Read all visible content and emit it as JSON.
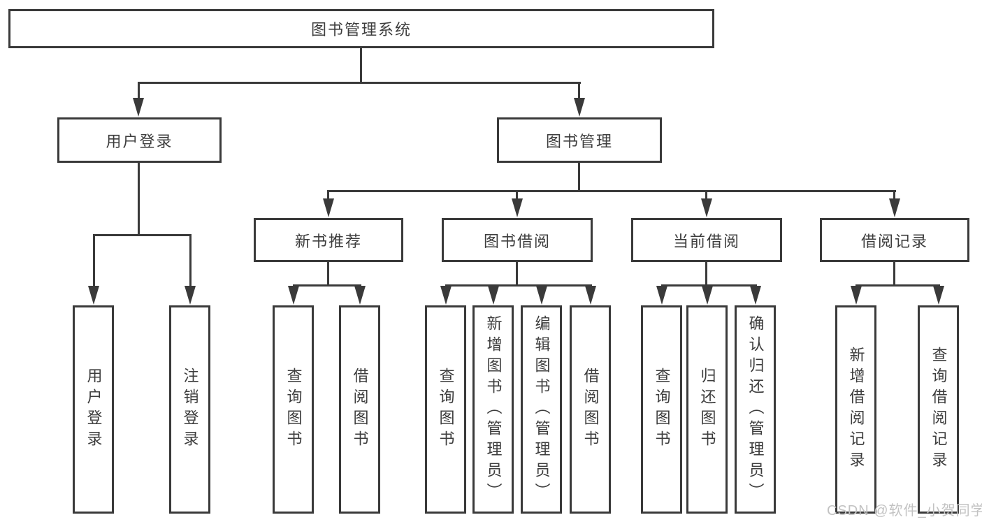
{
  "tree": {
    "root": "图书管理系统",
    "children": [
      {
        "label": "用户登录",
        "children": [
          {
            "label": "用户登录"
          },
          {
            "label": "注销登录"
          }
        ]
      },
      {
        "label": "图书管理",
        "children": [
          {
            "label": "新书推荐",
            "children": [
              {
                "label": "查询图书"
              },
              {
                "label": "借阅图书"
              }
            ]
          },
          {
            "label": "图书借阅",
            "children": [
              {
                "label": "查询图书"
              },
              {
                "label": "新增图书（管理员）"
              },
              {
                "label": "编辑图书（管理员）"
              },
              {
                "label": "借阅图书"
              }
            ]
          },
          {
            "label": "当前借阅",
            "children": [
              {
                "label": "查询图书"
              },
              {
                "label": "归还图书"
              },
              {
                "label": "确认归还（管理员）"
              }
            ]
          },
          {
            "label": "借阅记录",
            "children": [
              {
                "label": "新增借阅记录"
              },
              {
                "label": "查询借阅记录"
              }
            ]
          }
        ]
      }
    ]
  },
  "watermark": {
    "text": "CSDN @软件_小贺同学"
  },
  "colors": {
    "line": "#3a3a3a",
    "text": "#3d3d3d",
    "box_background": "#ffffff",
    "page_background": "#ffffff",
    "watermark": "#c2c2c2"
  }
}
